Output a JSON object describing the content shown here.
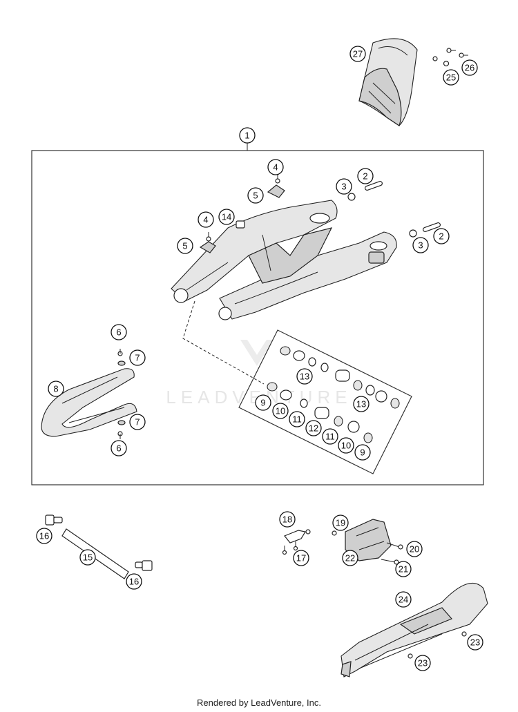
{
  "callouts": [
    "1",
    "2",
    "3",
    "4",
    "5",
    "6",
    "7",
    "8",
    "9",
    "10",
    "11",
    "12",
    "13",
    "14",
    "15",
    "16",
    "17",
    "18",
    "19",
    "20",
    "21",
    "22",
    "23",
    "24",
    "25",
    "26",
    "27"
  ],
  "watermark": "LEADVENTURE",
  "footer": "Rendered by LeadVenture, Inc."
}
